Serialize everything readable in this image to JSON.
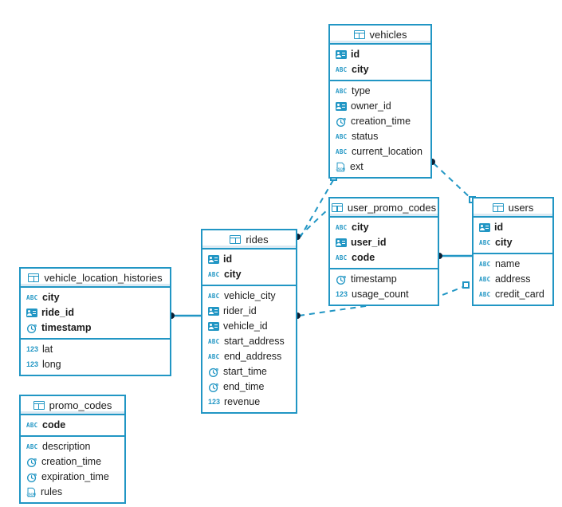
{
  "diagram": {
    "title": "database-er-diagram",
    "accent_color": "#2196c4",
    "endpoint_color": "#0b1f33",
    "background": "#ffffff"
  },
  "icons": {
    "table": "table-icon",
    "uuid": "id-card-icon",
    "string": "abc-icon",
    "timestamp": "clock-icon",
    "number": "123-icon",
    "json": "json-icon"
  },
  "icon_labels": {
    "abc": "ABC",
    "num": "123",
    "json": "JSON"
  },
  "tables": [
    {
      "name": "vehicles",
      "keys": [
        {
          "label": "id",
          "type": "uuid"
        },
        {
          "label": "city",
          "type": "string"
        }
      ],
      "fields": [
        {
          "label": "type",
          "type": "string"
        },
        {
          "label": "owner_id",
          "type": "uuid"
        },
        {
          "label": "creation_time",
          "type": "timestamp"
        },
        {
          "label": "status",
          "type": "string"
        },
        {
          "label": "current_location",
          "type": "string"
        },
        {
          "label": "ext",
          "type": "json"
        }
      ]
    },
    {
      "name": "user_promo_codes",
      "keys": [
        {
          "label": "city",
          "type": "string"
        },
        {
          "label": "user_id",
          "type": "uuid"
        },
        {
          "label": "code",
          "type": "string"
        }
      ],
      "fields": [
        {
          "label": "timestamp",
          "type": "timestamp"
        },
        {
          "label": "usage_count",
          "type": "number"
        }
      ]
    },
    {
      "name": "users",
      "keys": [
        {
          "label": "id",
          "type": "uuid"
        },
        {
          "label": "city",
          "type": "string"
        }
      ],
      "fields": [
        {
          "label": "name",
          "type": "string"
        },
        {
          "label": "address",
          "type": "string"
        },
        {
          "label": "credit_card",
          "type": "string"
        }
      ]
    },
    {
      "name": "rides",
      "keys": [
        {
          "label": "id",
          "type": "uuid"
        },
        {
          "label": "city",
          "type": "string"
        }
      ],
      "fields": [
        {
          "label": "vehicle_city",
          "type": "string"
        },
        {
          "label": "rider_id",
          "type": "uuid"
        },
        {
          "label": "vehicle_id",
          "type": "uuid"
        },
        {
          "label": "start_address",
          "type": "string"
        },
        {
          "label": "end_address",
          "type": "string"
        },
        {
          "label": "start_time",
          "type": "timestamp"
        },
        {
          "label": "end_time",
          "type": "timestamp"
        },
        {
          "label": "revenue",
          "type": "number"
        }
      ]
    },
    {
      "name": "vehicle_location_histories",
      "keys": [
        {
          "label": "city",
          "type": "string"
        },
        {
          "label": "ride_id",
          "type": "uuid"
        },
        {
          "label": "timestamp",
          "type": "timestamp"
        }
      ],
      "fields": [
        {
          "label": "lat",
          "type": "number"
        },
        {
          "label": "long",
          "type": "number"
        }
      ]
    },
    {
      "name": "promo_codes",
      "keys": [
        {
          "label": "code",
          "type": "string"
        }
      ],
      "fields": [
        {
          "label": "description",
          "type": "string"
        },
        {
          "label": "creation_time",
          "type": "timestamp"
        },
        {
          "label": "expiration_time",
          "type": "timestamp"
        },
        {
          "label": "rules",
          "type": "json"
        }
      ]
    }
  ],
  "relationships": [
    {
      "from": "vehicles",
      "to": "rides",
      "style": "dashed"
    },
    {
      "from": "vehicles",
      "to": "users",
      "style": "dashed"
    },
    {
      "from": "rides",
      "to": "user_promo_codes",
      "style": "dashed"
    },
    {
      "from": "rides",
      "to": "users",
      "style": "dashed"
    },
    {
      "from": "vehicle_location_histories",
      "to": "rides",
      "style": "solid"
    },
    {
      "from": "user_promo_codes",
      "to": "users",
      "style": "solid"
    }
  ]
}
